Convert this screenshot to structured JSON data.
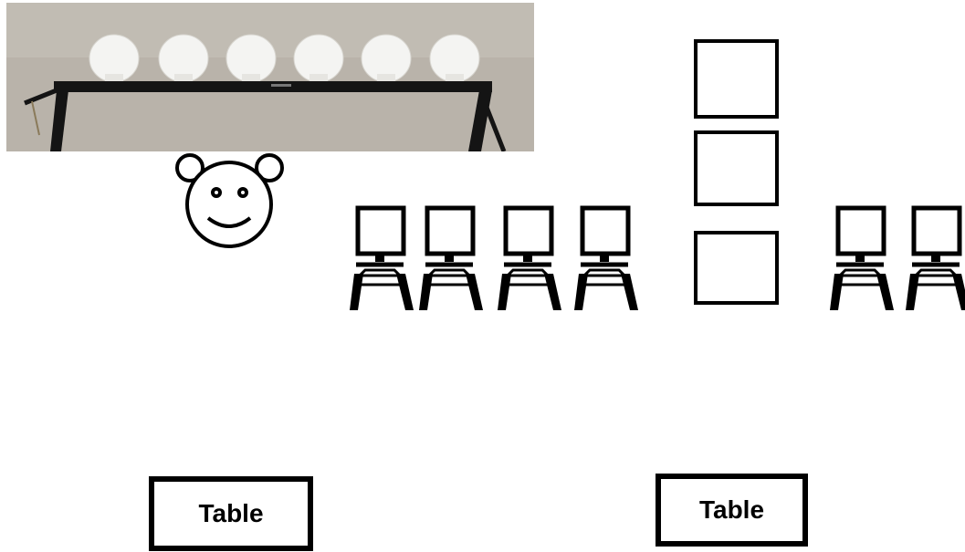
{
  "tables": {
    "left_label": "Table",
    "right_label": "Table"
  },
  "icons": {
    "plate_count": 6,
    "stand_count": 6,
    "square_target_count": 3
  },
  "colors": {
    "photo_background": "#b9b3aa",
    "plate": "#f4f4f2",
    "rack": "#141414",
    "line": "#000000"
  }
}
